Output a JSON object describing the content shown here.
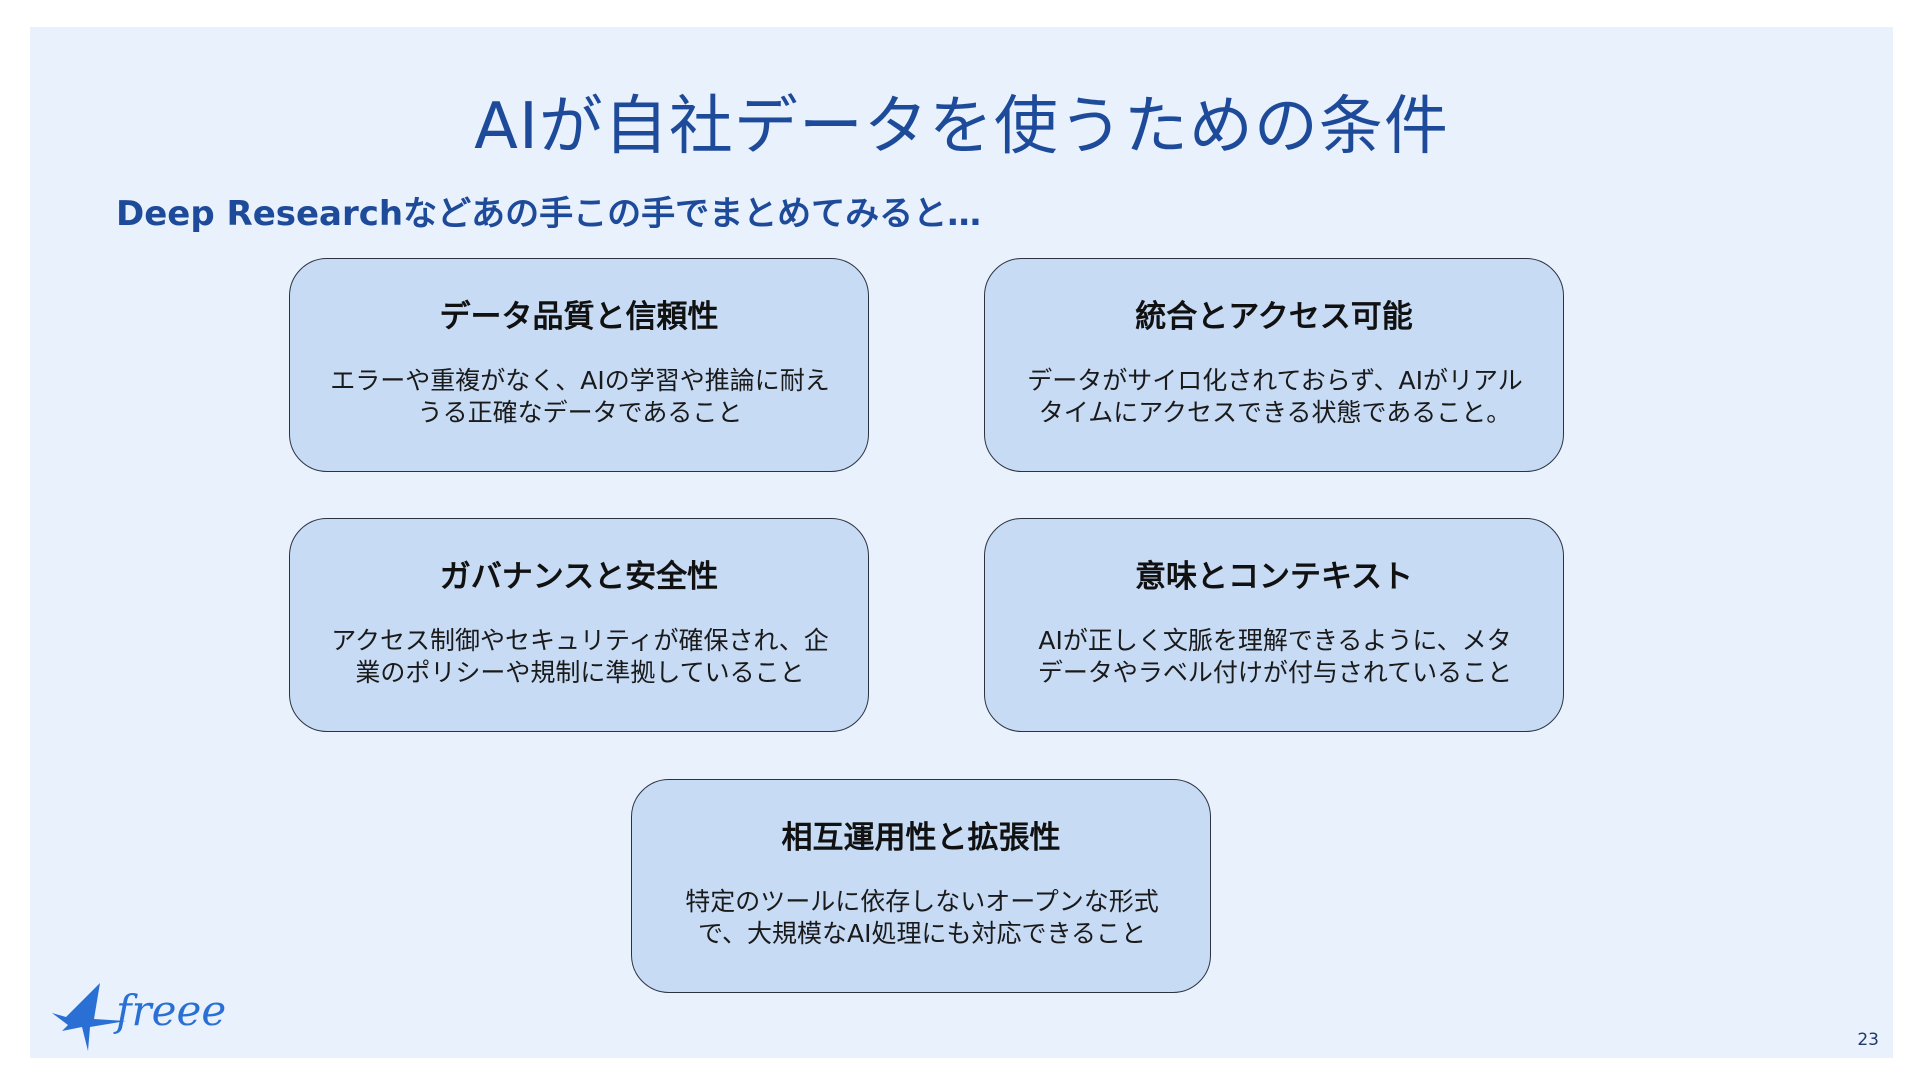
{
  "slide": {
    "title": "AIが自社データを使うための条件",
    "subtitle": "Deep Researchなどあの手この手でまとめてみると…",
    "page_number": "23",
    "logo_text": "freee",
    "colors": {
      "background": "#e8f1fc",
      "accent": "#1e4a9a",
      "card": "#c7dbf5",
      "card_border": "#2b3340"
    }
  },
  "cards": [
    {
      "title": "データ品質と信頼性",
      "body_lines": [
        "エラーや重複がなく、AIの学習や推論に耐え",
        "うる正確なデータであること"
      ]
    },
    {
      "title": "統合とアクセス可能",
      "body_lines": [
        "データがサイロ化されておらず、AIがリアル",
        "タイムにアクセスできる状態であること。"
      ]
    },
    {
      "title": "ガバナンスと安全性",
      "body_lines": [
        "アクセス制御やセキュリティが確保され、企",
        "業のポリシーや規制に準拠していること"
      ]
    },
    {
      "title": "意味とコンテキスト",
      "body_lines": [
        "AIが正しく文脈を理解できるように、メタ",
        "データやラベル付けが付与されていること"
      ]
    },
    {
      "title": "相互運用性と拡張性",
      "body_lines": [
        "特定のツールに依存しないオープンな形式",
        "で、大規模なAI処理にも対応できること"
      ]
    }
  ]
}
